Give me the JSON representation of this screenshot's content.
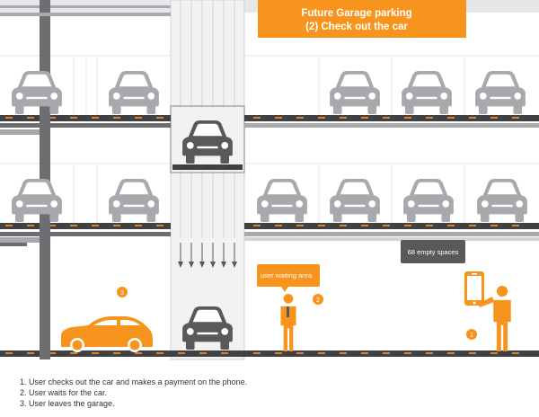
{
  "title": {
    "line1": "Future Garage parking",
    "line2": "(2) Check out the car"
  },
  "callouts": {
    "waiting_area": "user waiting area",
    "empty_spaces": "68 empty spaces"
  },
  "step_markers": {
    "user_phone": "1",
    "user_waiting": "2",
    "car_leaving": "3"
  },
  "steps": [
    "1. User checks out the car and makes a payment on the phone.",
    "2. User waits for the car.",
    "3. User leaves the garage."
  ],
  "colors": {
    "accent": "#F7941D",
    "car": "#A7A9AC",
    "car_active": "#58595B",
    "structure": "#6D6E71",
    "floor": "#414042",
    "floor_tile": "#D9822B",
    "light": "#E6E7E8"
  },
  "icons": {
    "parked_car": "car-front-icon",
    "elevator_car": "car-front-icon",
    "leaving_car": "car-side-icon",
    "person": "person-icon",
    "phone": "smartphone-icon",
    "arrows": "arrow-down-icon"
  }
}
